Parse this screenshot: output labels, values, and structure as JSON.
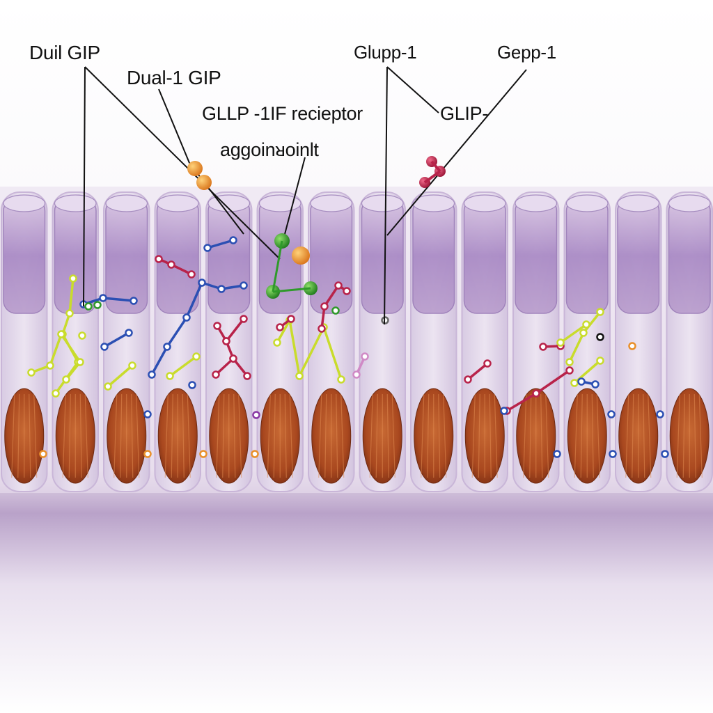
{
  "labels": {
    "dual_gip": "Duil GIP",
    "dual_1_gip": "Dual-1 GIP",
    "receptor": "GLLP -1IF reciеptor",
    "agonist": "aggoinᴚoinlt",
    "glupp": "Glupp-1",
    "gepp": "Gepp-1",
    "glip": "GLIP-"
  },
  "colors": {
    "membrane_top": "#b89acb",
    "cell_core": "#a88fc2",
    "nucleus": "#b4552a",
    "ligand_orange": "#e9902b",
    "ligand_green": "#2f9a2a",
    "ligand_red": "#b8234a",
    "ligand_blue": "#2b4fb3",
    "ligand_yellow": "#d6e23a"
  }
}
